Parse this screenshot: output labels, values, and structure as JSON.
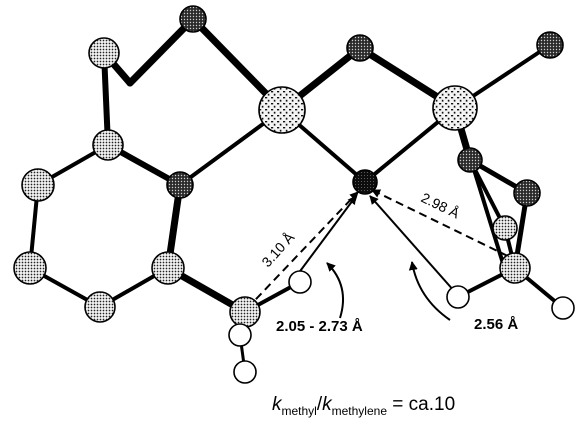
{
  "diagram": {
    "labels": {
      "dist_310": "3.10 Å",
      "dist_298": "2.98 Å",
      "dist_205_273": "2.05 - 2.73 Å",
      "dist_256": "2.56 Å"
    },
    "formula": {
      "k1": "k",
      "sub1": "methyl",
      "slash": "/",
      "k2": "k",
      "sub2": "methylene",
      "rest": " = ca.10"
    }
  }
}
